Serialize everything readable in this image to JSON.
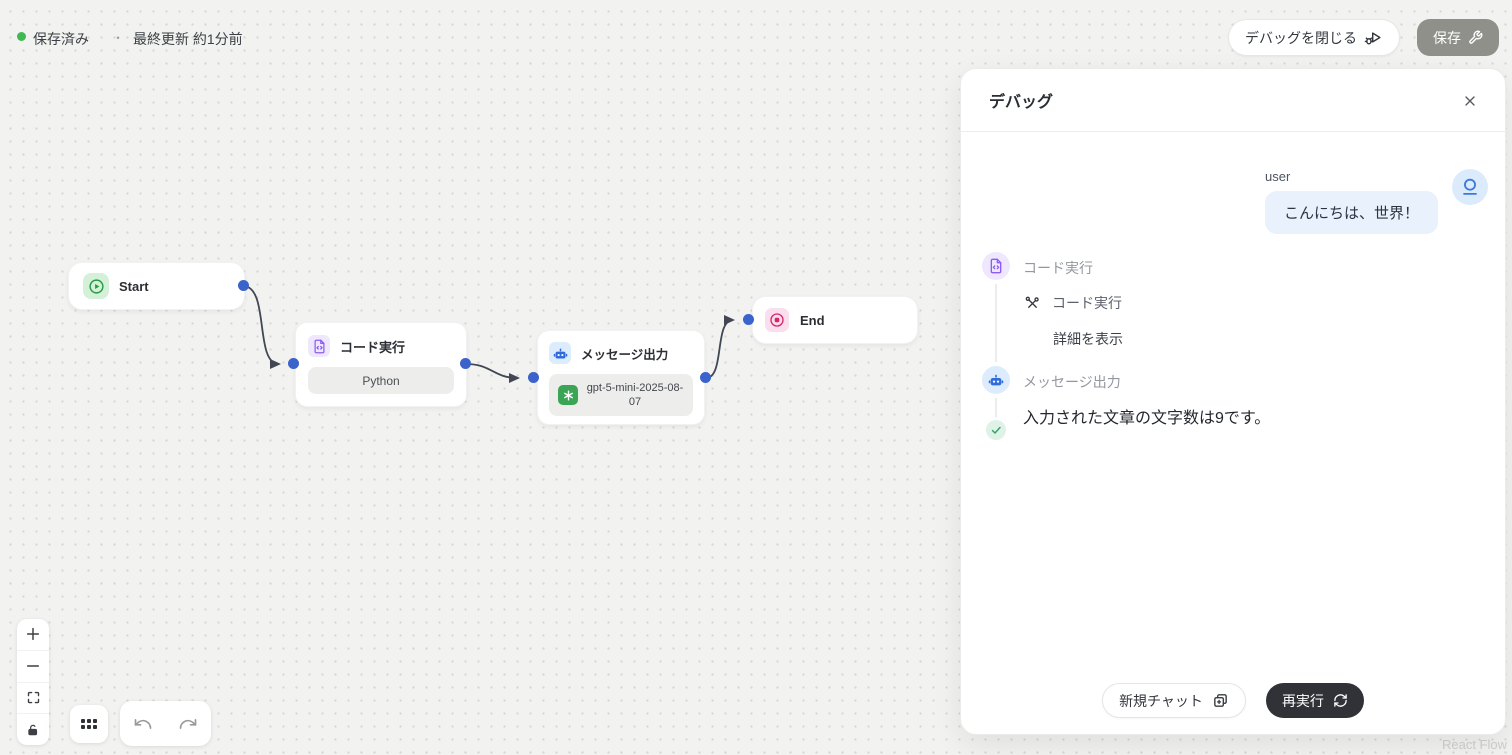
{
  "topbar": {
    "status": "保存済み",
    "separator": "・",
    "last_updated": "最終更新 約1分前",
    "close_debug_label": "デバッグを閉じる",
    "save_label": "保存"
  },
  "canvas": {
    "nodes": [
      {
        "id": "start",
        "type": "start",
        "title": "Start"
      },
      {
        "id": "code",
        "type": "code",
        "title": "コード実行",
        "badge": "Python"
      },
      {
        "id": "message",
        "type": "llm",
        "title": "メッセージ出力",
        "model": "gpt-5-mini-2025-08-07"
      },
      {
        "id": "end",
        "type": "end",
        "title": "End"
      }
    ],
    "edges": [
      {
        "from": "start",
        "to": "code"
      },
      {
        "from": "code",
        "to": "message"
      },
      {
        "from": "message",
        "to": "end"
      }
    ],
    "watermark": "React Flow"
  },
  "debug_panel": {
    "title": "デバッグ",
    "user": {
      "role": "user",
      "message": "こんにちは、世界！"
    },
    "steps": [
      {
        "label": "コード実行",
        "tool_call": "コード実行",
        "details_link": "詳細を表示"
      },
      {
        "label": "メッセージ出力",
        "output": "入力された文章の文字数は9です。"
      }
    ],
    "footer": {
      "new_chat_label": "新規チャット",
      "rerun_label": "再実行"
    }
  },
  "icons": {
    "status-dot": "green-circle",
    "debug-play-icon": "bug-with-play-triangle",
    "wrench-icon": "wrench",
    "play-circle-icon": "play-in-circle",
    "file-code-icon": "document-with-code-brackets",
    "robot-icon": "robot-head",
    "openai-icon": "openai-knot",
    "stop-circle-icon": "square-in-circle",
    "close-icon": "x",
    "user-avatar-icon": "circle-over-line",
    "tools-icon": "crossed-tools",
    "check-icon": "checkmark",
    "copy-plus-icon": "duplicate-with-plus",
    "refresh-icon": "circular-arrows",
    "zoom-in-icon": "plus",
    "zoom-out-icon": "minus",
    "fit-view-icon": "corner-brackets",
    "lock-icon": "padlock",
    "grid-icon": "six-dots",
    "undo-icon": "arrow-counterclockwise",
    "redo-icon": "arrow-clockwise"
  },
  "colors": {
    "canvas_bg": "#f2f2f0",
    "saved_green": "#3fb950",
    "handle_blue": "#3a63cb",
    "edge_dark": "#414753",
    "start_green": "#249a41",
    "code_purple": "#8b5cf6",
    "message_blue": "#2f6bdd",
    "end_pink": "#d6246e",
    "openai_green": "#3aa554",
    "bubble_blue": "#e8f1fc",
    "save_btn_gray": "#90908b",
    "rerun_dark": "#303237"
  }
}
